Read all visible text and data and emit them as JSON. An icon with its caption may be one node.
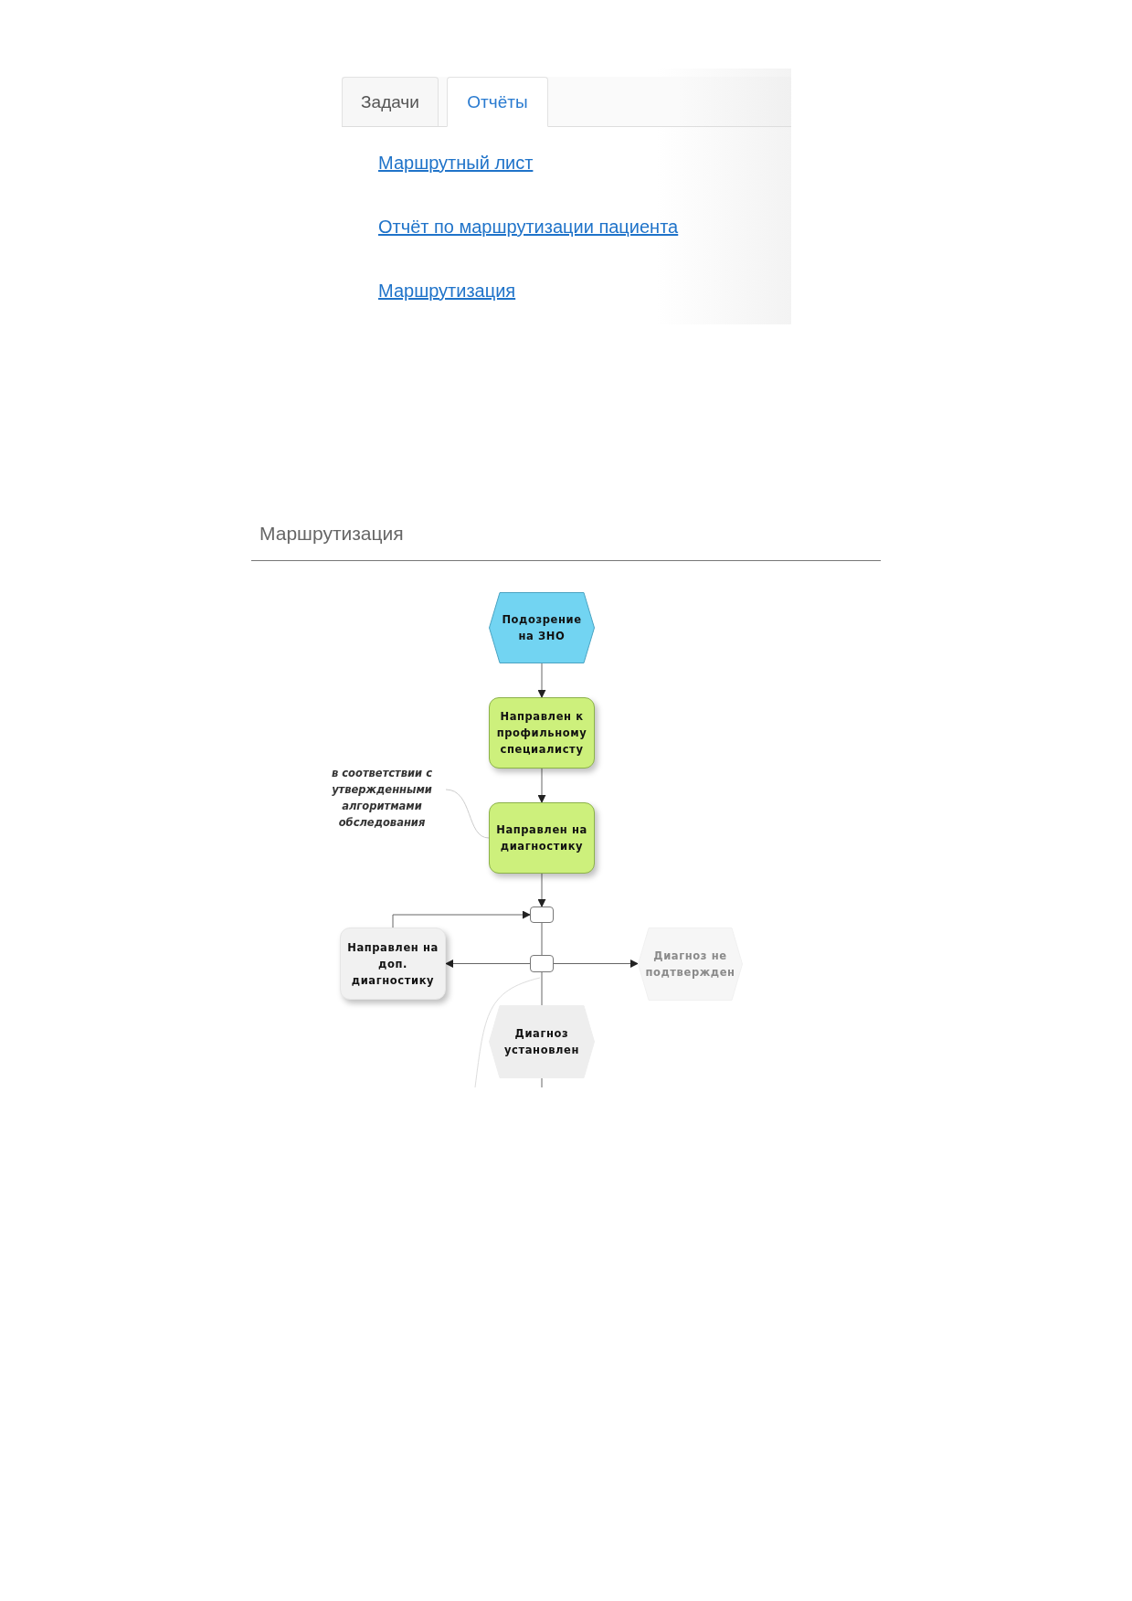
{
  "diagram": {
    "title": "Маршрутизация",
    "nodes": [
      {
        "text": [
          "Подозрение на ЗНО"
        ]
      },
      {
        "text": [
          "Направлен к профильному специалисту"
        ]
      },
      {
        "text": [
          "Направлен на диагностику"
        ]
      },
      {
        "text": [
          "в соответствии с утвержденными алгоритмами обследования"
        ]
      },
      {
        "text": [],
        "shape": "box"
      },
      {
        "text": [],
        "shape": "box"
      },
      {
        "text": [
          "Направлен на доп. диагностику"
        ]
      },
      {
        "text": [
          "Диагноз не подтвержден"
        ]
      },
      {
        "text": [
          "Диагноз установлен"
        ]
      }
    ],
    "edges": [
      {
        "from": 0,
        "to": 1,
        "arrow": "to"
      },
      {
        "from": 1,
        "to": 2,
        "arrow": "to"
      },
      {
        "from": 3,
        "to": 2,
        "arrow": "none",
        "color": "#cccccc"
      },
      {
        "from": 2,
        "to": 4,
        "arrow": "to"
      },
      {
        "from": 6,
        "to": 4,
        "arrow": "to"
      },
      {
        "from": 4,
        "to": 5,
        "arrow": "none"
      },
      {
        "from": 5,
        "to": 6,
        "arrow": "to"
      },
      {
        "from": 5,
        "to": 7,
        "arrow": "to"
      },
      {
        "from": 5,
        "to": 8,
        "arrow": "none"
      },
      {
        "from": 5,
        "to": null,
        "arrow": "none",
        "color": "#dddddd"
      },
      {
        "from": 8,
        "to": null,
        "arrow": "none"
      }
    ],
    "labels": [
      "Задачи",
      "Отчёты",
      "Маршрутный лист",
      "Отчёт по маршрутизации пациента",
      "Маршрутизация"
    ]
  }
}
